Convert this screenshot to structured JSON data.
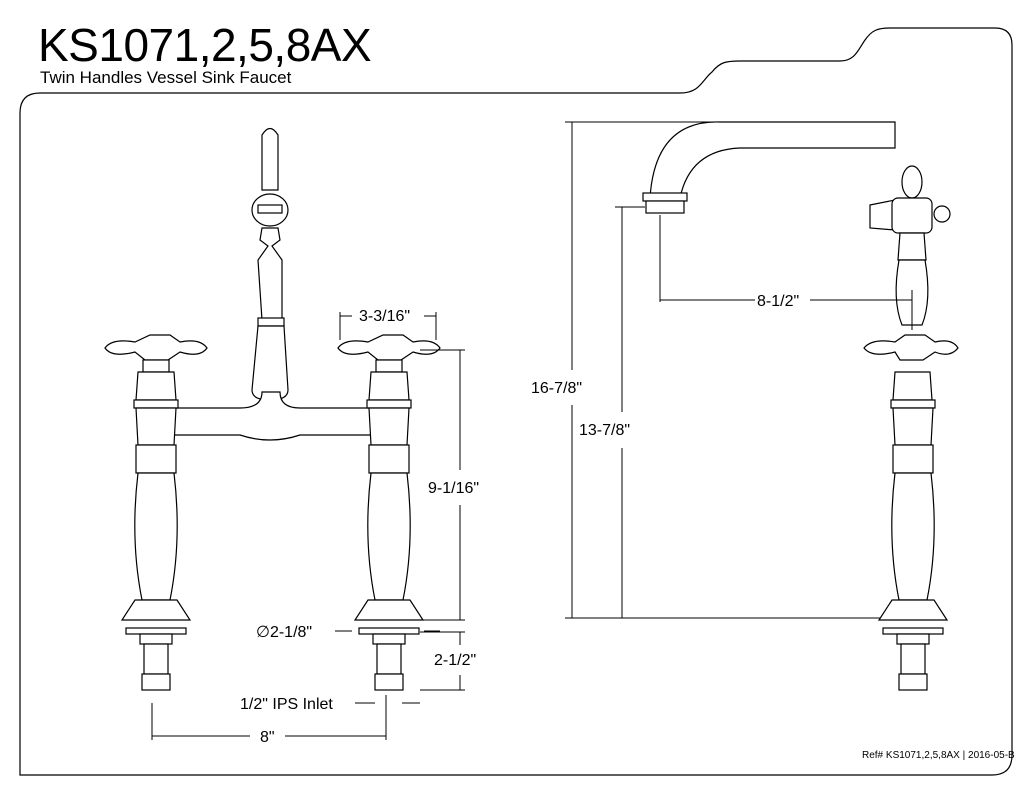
{
  "header": {
    "title": "KS1071,2,5,8AX",
    "subtitle": "Twin Handles Vessel Sink Faucet"
  },
  "dimensions": {
    "handle_width": "3-3/16\"",
    "handle_height": "9-1/16\"",
    "base_diameter": "∅2-1/8\"",
    "shank_length": "2-1/2\"",
    "inlet": "1/2\" IPS Inlet",
    "center_spread": "8\"",
    "spout_reach": "8-1/2\"",
    "overall_height": "16-7/8\"",
    "spout_height": "13-7/8\""
  },
  "footer": {
    "ref": "Ref# KS1071,2,5,8AX | 2016-05-B"
  }
}
